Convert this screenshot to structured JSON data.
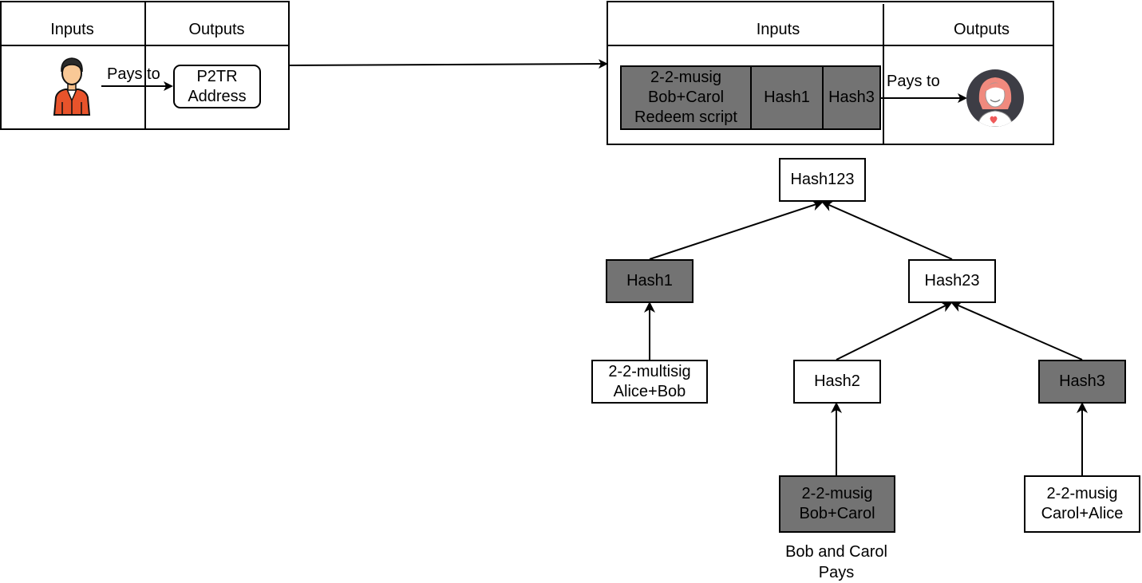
{
  "tx1": {
    "inputs_label": "Inputs",
    "outputs_label": "Outputs",
    "pays_to_label": "Pays to",
    "output_box_label": "P2TR\nAddress",
    "sender_icon": "man-avatar-icon"
  },
  "tx2": {
    "inputs_label": "Inputs",
    "outputs_label": "Outputs",
    "pays_to_label": "Pays to",
    "redeem_script_label": "2-2-musig\nBob+Carol\nRedeem script",
    "proof_hash1_label": "Hash1",
    "proof_hash3_label": "Hash3",
    "receiver_icon": "woman-avatar-icon"
  },
  "tree": {
    "root": "Hash123",
    "hash1": "Hash1",
    "hash23": "Hash23",
    "leaf_multisig": "2-2-multisig\nAlice+Bob",
    "hash2": "Hash2",
    "hash3": "Hash3",
    "leaf_bob_carol": "2-2-musig\nBob+Carol",
    "leaf_carol_alice": "2-2-musig\nCarol+Alice"
  },
  "caption": "Bob and Carol\nPays",
  "colors": {
    "highlight_fill": "#737373",
    "plain_fill": "#ffffff",
    "stroke": "#000000"
  }
}
